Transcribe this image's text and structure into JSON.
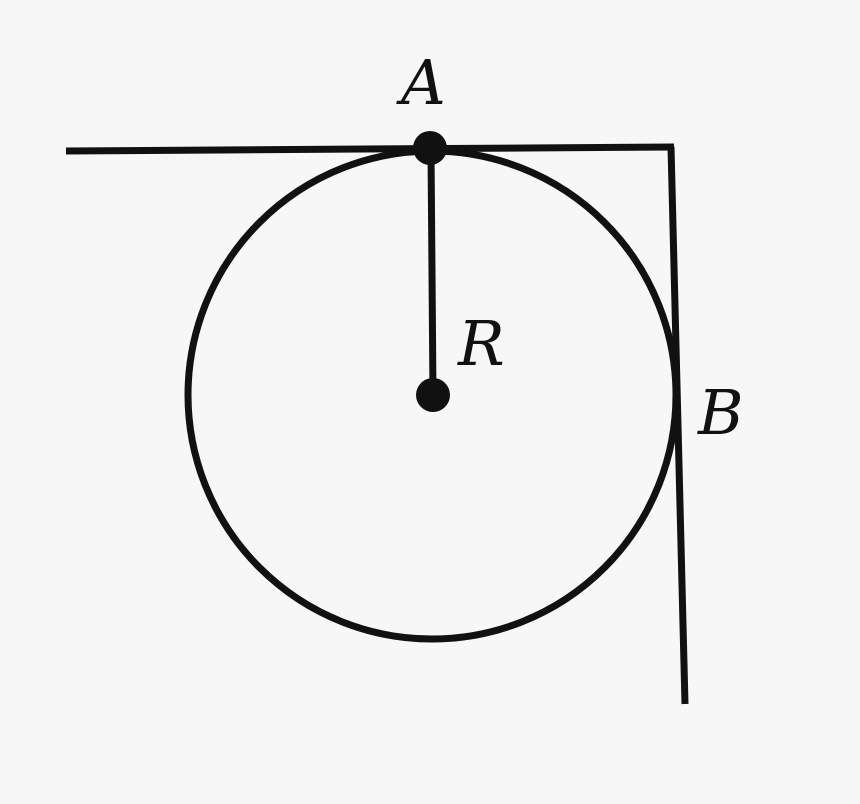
{
  "diagram": {
    "labels": {
      "point_a": "A",
      "radius": "R",
      "point_b": "B"
    },
    "colors": {
      "background": "#f7f7f7",
      "stroke": "#111111"
    }
  }
}
